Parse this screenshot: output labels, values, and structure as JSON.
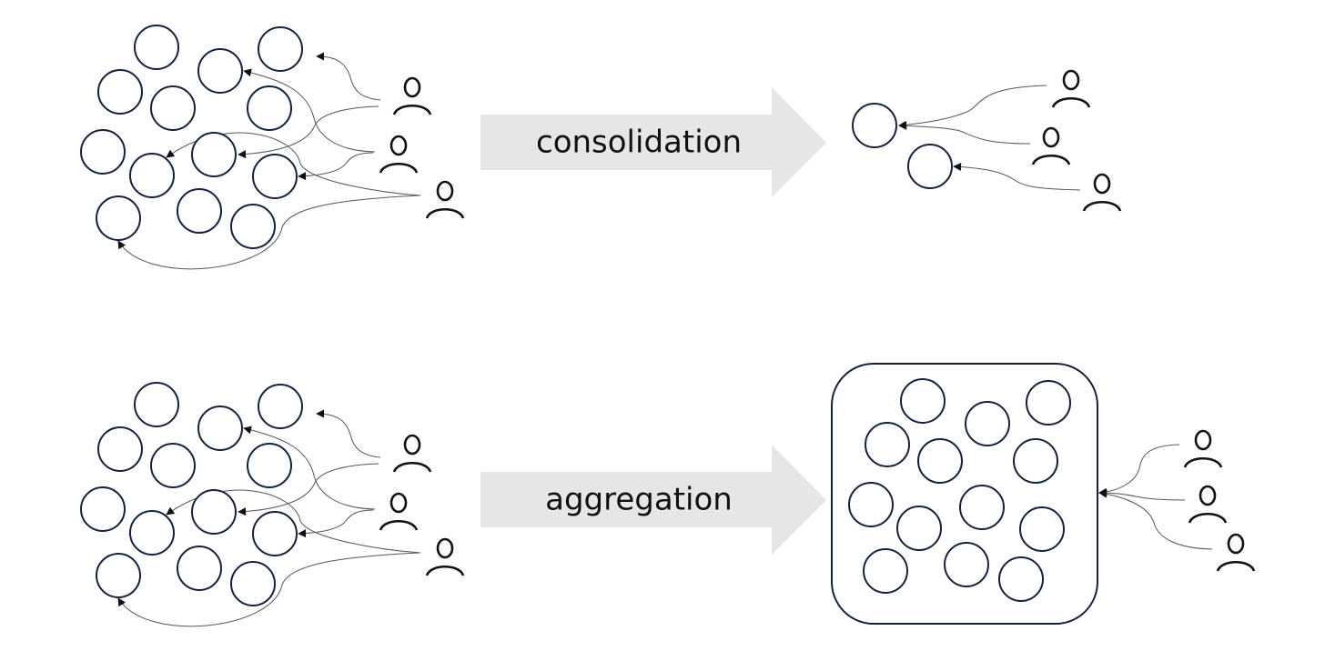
{
  "colors": {
    "node_stroke": "#14213d",
    "arrow_fill": "#e6e6e6",
    "connector": "#555555",
    "user_icon": "#111111",
    "background": "#ffffff"
  },
  "rows": [
    {
      "name": "consolidation",
      "transition_label": "consolidation",
      "before": {
        "nodes": 13,
        "users": 3
      },
      "after": {
        "nodes": 2,
        "users": 3,
        "container": false
      }
    },
    {
      "name": "aggregation",
      "transition_label": "aggregation",
      "before": {
        "nodes": 13,
        "users": 3
      },
      "after": {
        "nodes": 13,
        "users": 3,
        "container": true
      }
    }
  ],
  "icons": {
    "user": "user-icon",
    "node": "circle-node",
    "transition": "right-arrow"
  }
}
